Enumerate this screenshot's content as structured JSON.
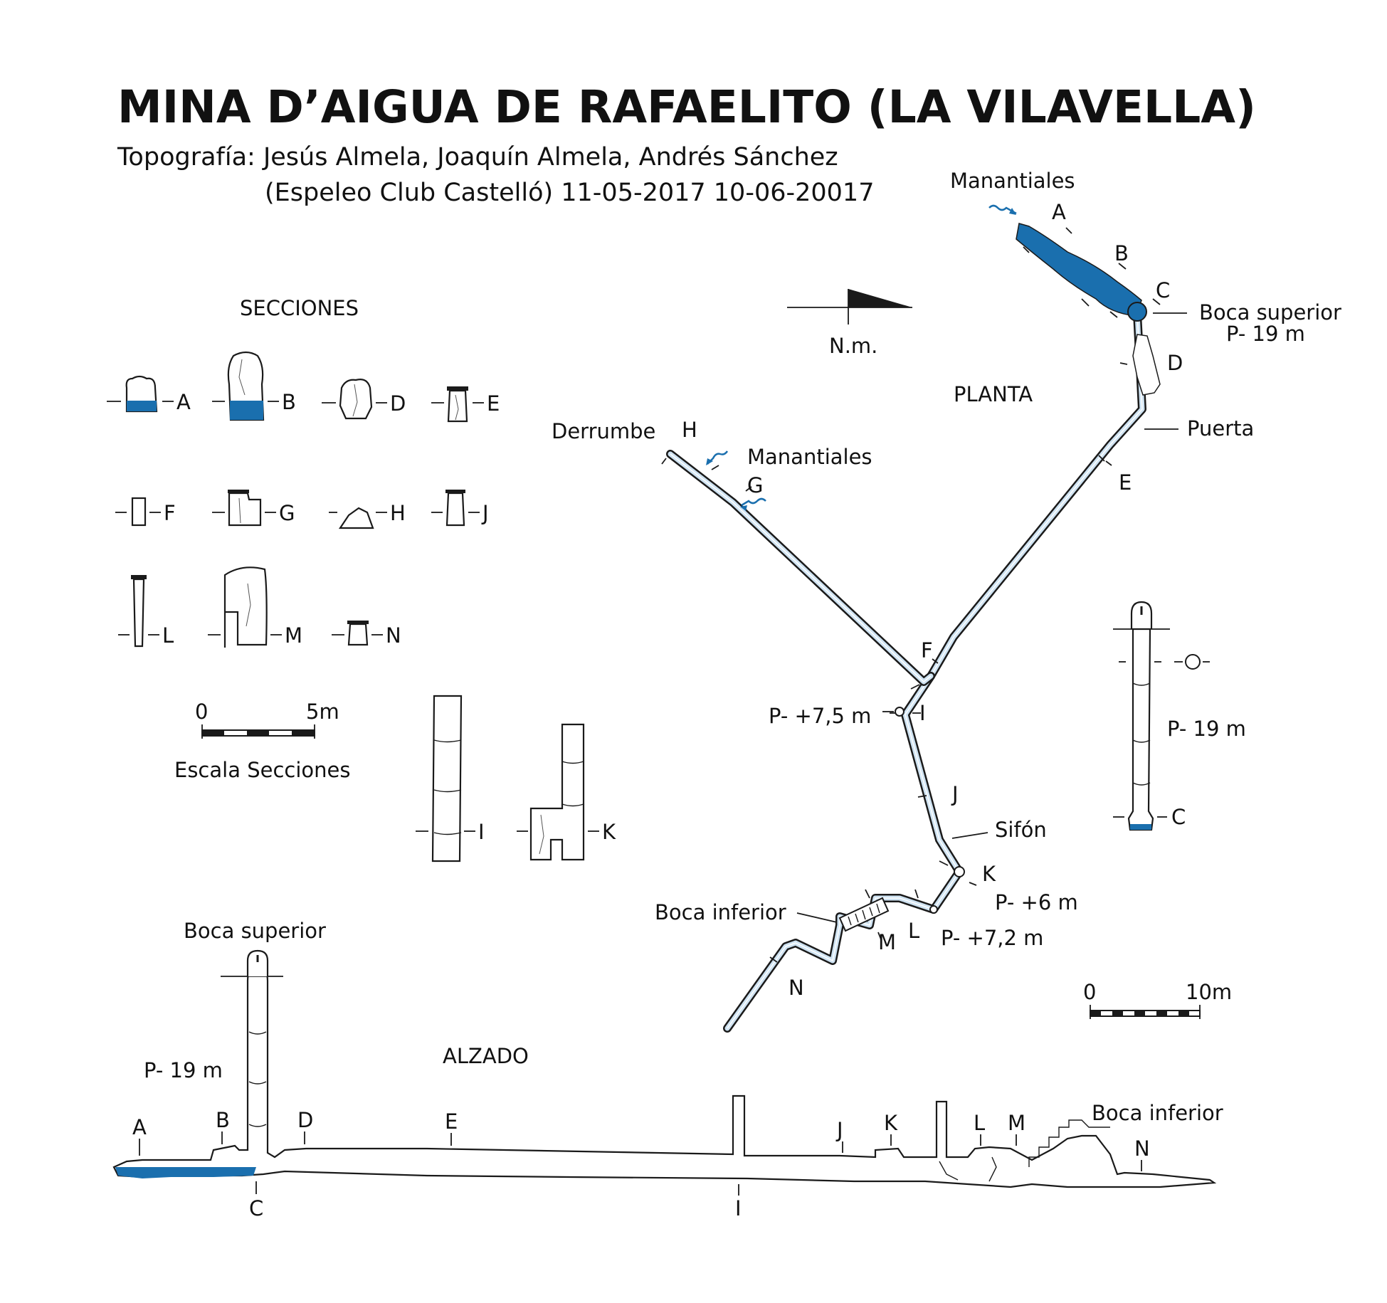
{
  "title": "MINA D’AIGUA DE RAFAELITO (LA VILAVELLA)",
  "credits": {
    "line1": "Topografía: Jesús Almela, Joaquín Almela, Andrés Sánchez",
    "line2": "(Espeleo Club Castelló) 11-05-2017  10-06-20017"
  },
  "colors": {
    "water": "#1a6fae",
    "ink": "#1a1a1a",
    "gallery_fill": "#cfe3f2"
  },
  "secciones": {
    "heading": "SECCIONES",
    "labels": {
      "A": "A",
      "B": "B",
      "D": "D",
      "E": "E",
      "F": "F",
      "G": "G",
      "H": "H",
      "J": "J",
      "L": "L",
      "M": "M",
      "N": "N",
      "I": "I",
      "K": "K"
    },
    "scale": {
      "zero": "0",
      "max": "5m",
      "caption": "Escala Secciones"
    }
  },
  "planta": {
    "heading": "PLANTA",
    "north": "N.m.",
    "labels": {
      "manantiales_top": "Manantiales",
      "boca_superior": "Boca superior",
      "boca_superior_depth": "P- 19 m",
      "puerta": "Puerta",
      "derrumbe": "Derrumbe",
      "manantiales_mid": "Manantiales",
      "p_i": "P- +7,5 m",
      "sifon": "Sifón",
      "p_k": "P- +6 m",
      "boca_inferior": "Boca inferior",
      "p_l": "P- +7,2 m",
      "shaft_depth": "P- 19 m"
    },
    "stations": {
      "A": "A",
      "B": "B",
      "C": "C",
      "D": "D",
      "E": "E",
      "F": "F",
      "G": "G",
      "H": "H",
      "I": "I",
      "J": "J",
      "K": "K",
      "L": "L",
      "M": "M",
      "N": "N",
      "C2": "C"
    },
    "scale": {
      "zero": "0",
      "max": "10m"
    }
  },
  "alzado": {
    "heading": "ALZADO",
    "labels": {
      "boca_superior": "Boca superior",
      "depth": "P- 19 m",
      "boca_inferior": "Boca inferior"
    },
    "stations": {
      "A": "A",
      "B": "B",
      "C": "C",
      "D": "D",
      "E": "E",
      "I": "I",
      "J": "J",
      "K": "K",
      "L": "L",
      "M": "M",
      "N": "N"
    }
  }
}
